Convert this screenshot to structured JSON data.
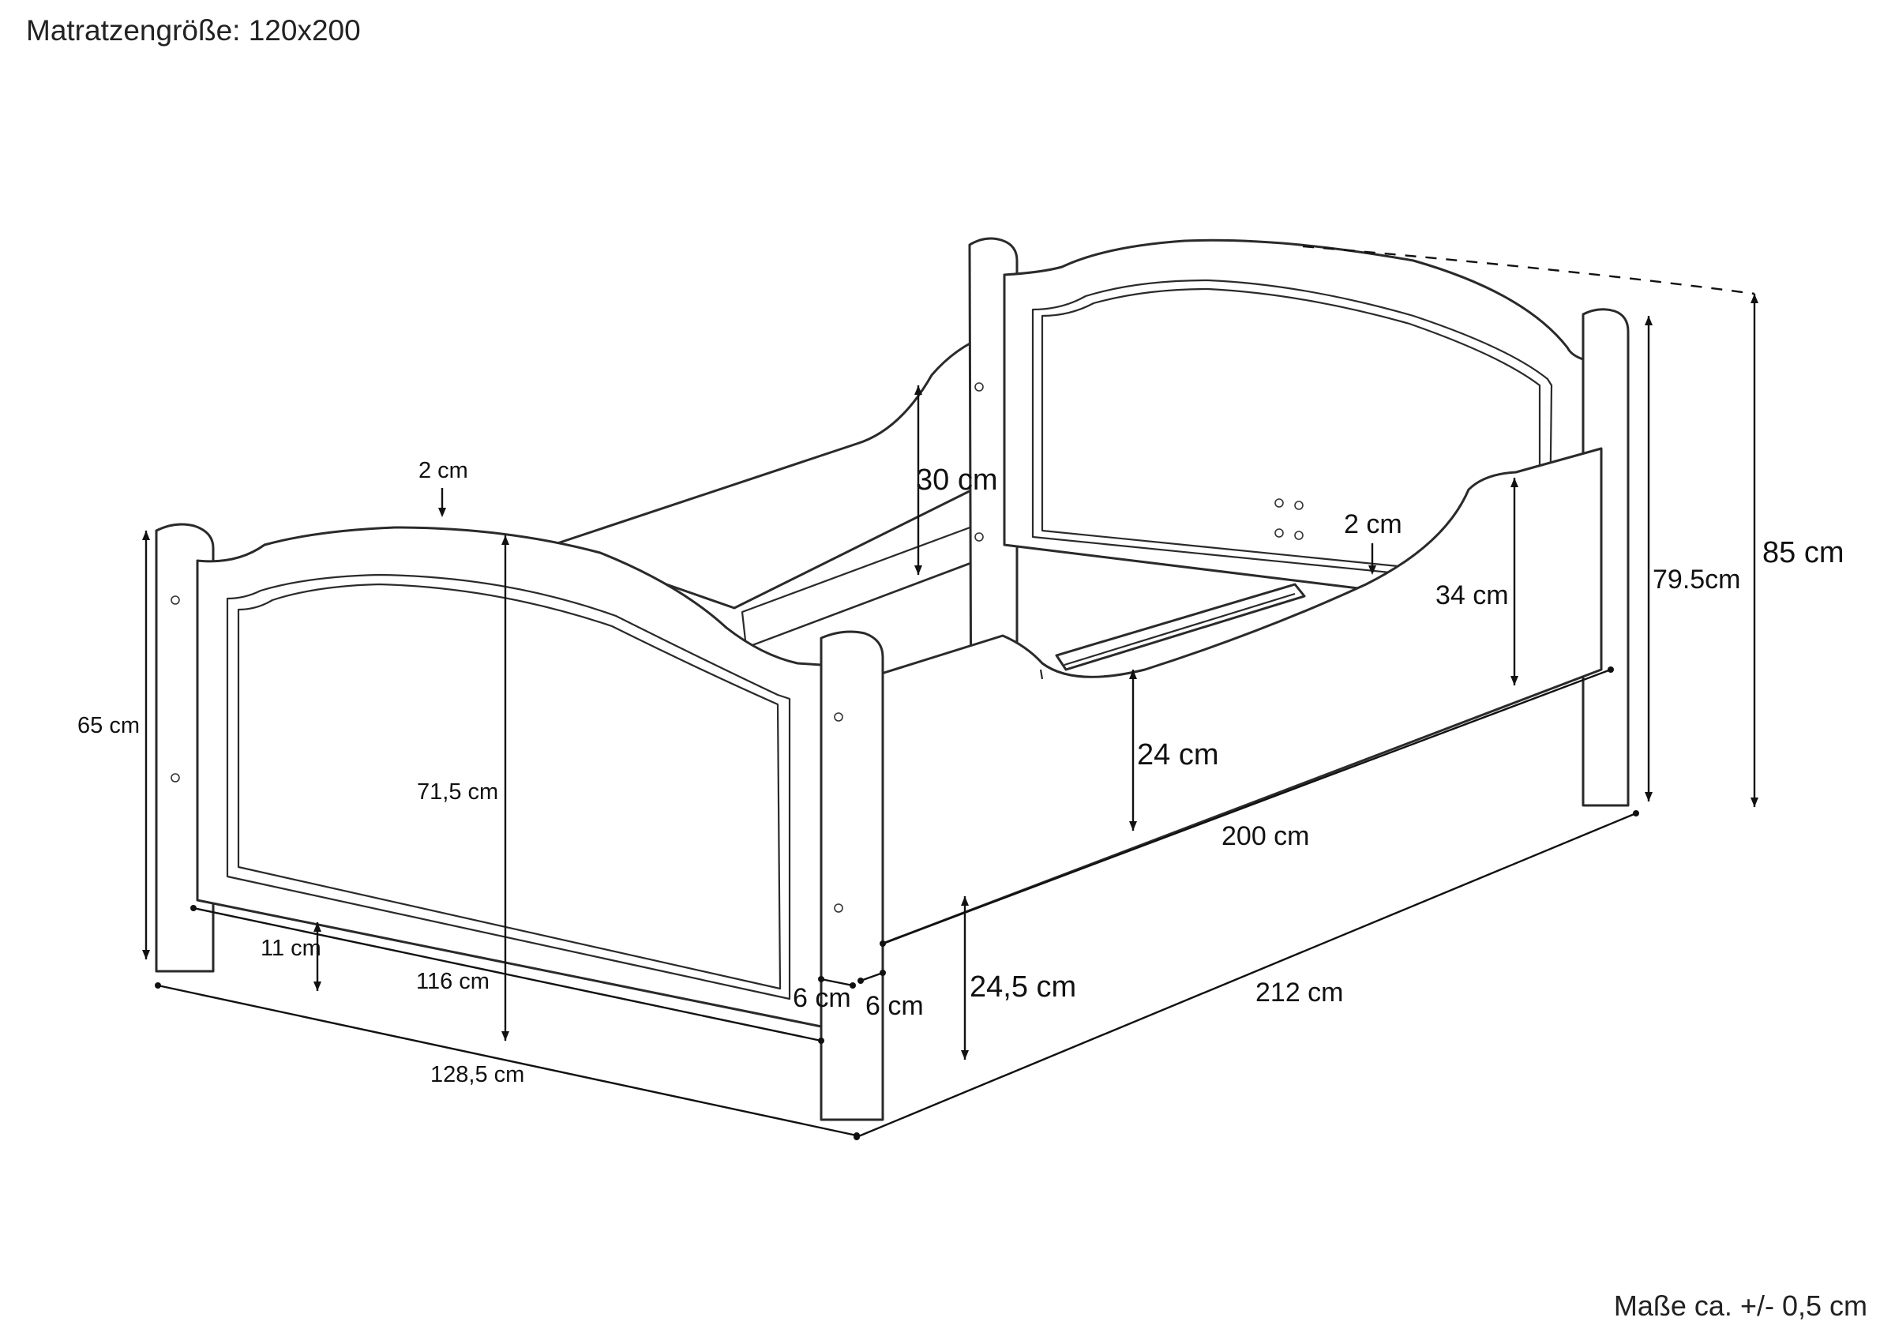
{
  "header": {
    "mattress_size": "Matratzengröße: 120x200"
  },
  "footer": {
    "tolerance": "Maße ca. +/- 0,5 cm"
  },
  "dimensions": {
    "foot_post_height": "65 cm",
    "foot_panel_height": "71,5 cm",
    "foot_top_thickness": "2 cm",
    "leg_clearance": "11 cm",
    "inner_width": "116 cm",
    "outer_width": "128,5 cm",
    "post_width_a": "6 cm",
    "post_width_b": "6 cm",
    "rail_height_back": "30 cm",
    "rail_height_front": "24 cm",
    "rail_ground_clearance": "24,5 cm",
    "inner_length": "200 cm",
    "outer_length": "212 cm",
    "head_top_thickness": "2 cm",
    "side_rail_height": "34 cm",
    "head_post_height": "79.5cm",
    "head_total_height": "85 cm"
  }
}
